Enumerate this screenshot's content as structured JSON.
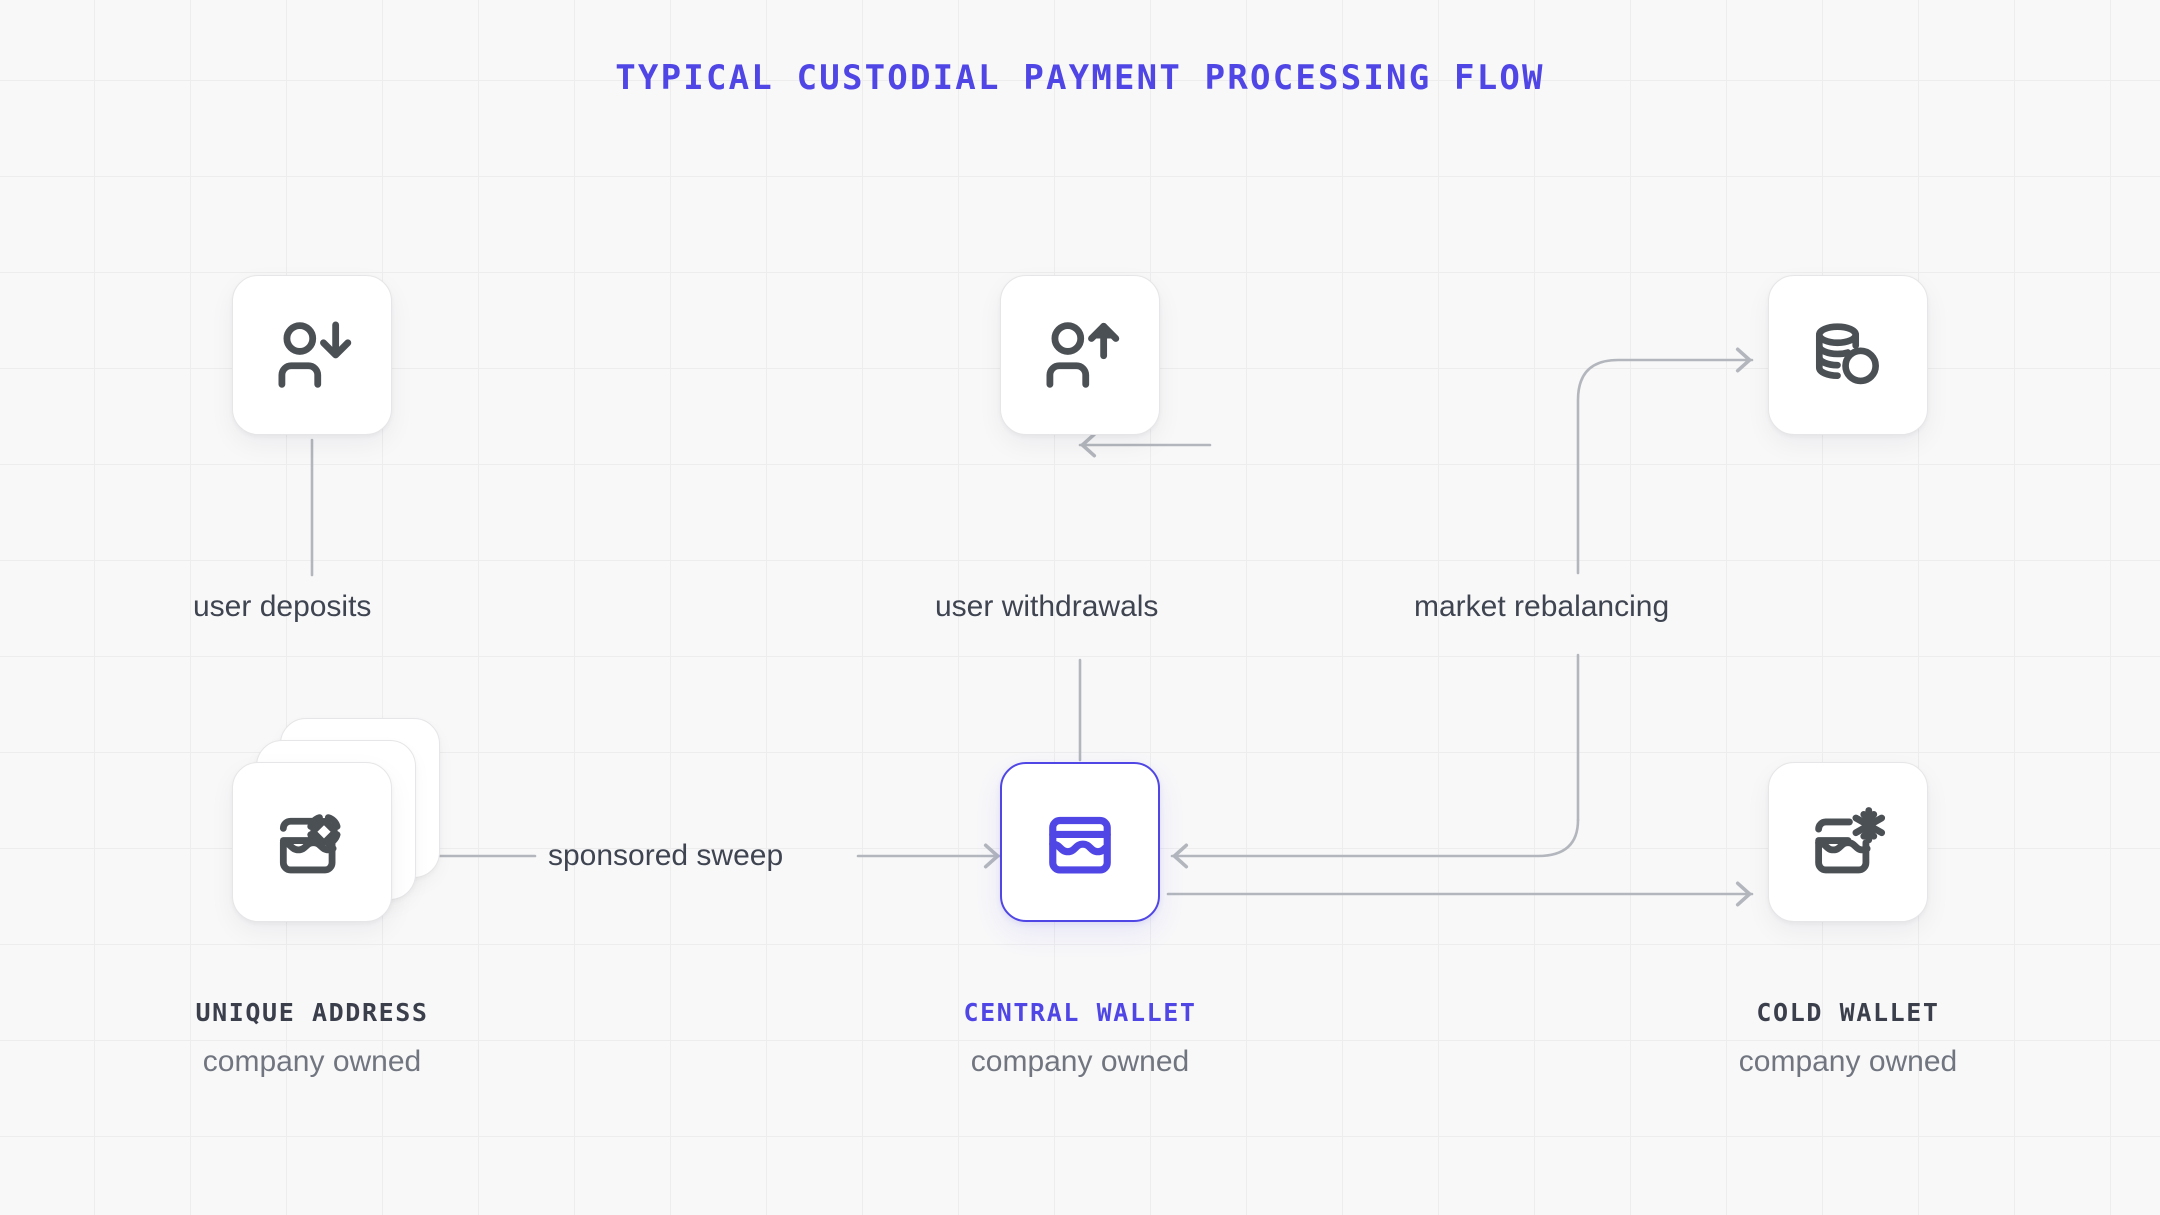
{
  "title": "TYPICAL CUSTODIAL PAYMENT PROCESSING FLOW",
  "theme": {
    "accent": "#4f46e5",
    "icon_stroke": "#4b5055",
    "edge_stroke": "#b3b7bd",
    "background": "#f8f8f9",
    "grid_line": "#ededee",
    "caption_name": "#3a3f4b",
    "caption_sub": "#70757f",
    "edge_label": "#3f4451"
  },
  "nodes": {
    "user_deposit": {
      "icon": "user-arrow-down-icon"
    },
    "user_withdraw": {
      "icon": "user-arrow-up-icon"
    },
    "market": {
      "icon": "coins-stack-icon"
    },
    "unique_address": {
      "icon": "wallet-token-icon",
      "name": "UNIQUE ADDRESS",
      "sub": "company owned",
      "stacked": true
    },
    "central_wallet": {
      "icon": "wallet-icon",
      "name": "CENTRAL WALLET",
      "sub": "company owned",
      "highlighted": true
    },
    "cold_wallet": {
      "icon": "wallet-snowflake-icon",
      "name": "COLD WALLET",
      "sub": "company owned"
    }
  },
  "edges": [
    {
      "id": "deposits",
      "label": "user deposits",
      "from": "user-deposit-node",
      "to": "unique-address-node",
      "direction": "down"
    },
    {
      "id": "sweep",
      "label": "sponsored sweep",
      "from": "unique-address-node",
      "to": "central-wallet-node",
      "direction": "right"
    },
    {
      "id": "withdraw",
      "label": "user withdrawals",
      "from": "central-wallet-node",
      "to": "user-withdraw-node",
      "direction": "up"
    },
    {
      "id": "rebalance",
      "label": "market rebalancing",
      "from": "cold-wallet-node",
      "to": "market-node",
      "direction": "up-right"
    },
    {
      "id": "to-central",
      "label": "",
      "from": "market-path",
      "to": "central-wallet-node",
      "direction": "left"
    },
    {
      "id": "to-cold",
      "label": "",
      "from": "central-wallet-node",
      "to": "cold-wallet-node",
      "direction": "right"
    }
  ]
}
